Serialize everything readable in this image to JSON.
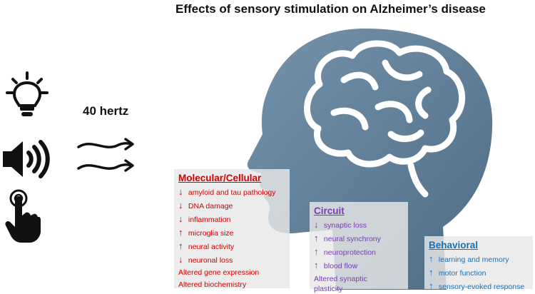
{
  "title": "Effects of sensory stimulation on Alzheimer’s disease",
  "frequency_label": "40 hertz",
  "icons": [
    "light-bulb-icon",
    "speaker-icon",
    "touch-hand-icon",
    "wavy-arrows-icon",
    "head-silhouette-icon",
    "brain-icon"
  ],
  "colors": {
    "head": "#627f99",
    "molecular": "#d40000",
    "circuit": "#7a3bb5",
    "behavioral": "#1a6fb8",
    "panel": "#e8e8e8"
  },
  "molecular": {
    "heading": "Molecular/Cellular",
    "items": [
      {
        "arrow": "↓",
        "text": "amyloid and tau pathology"
      },
      {
        "arrow": "↓",
        "text": "DNA damage"
      },
      {
        "arrow": "↓",
        "text": "inflammation"
      },
      {
        "arrow": "↑",
        "text": "microglia size"
      },
      {
        "arrow": "↑",
        "text": "neural activity"
      },
      {
        "arrow": "↓",
        "text": "neuronal loss"
      }
    ],
    "extra1": "Altered gene expression",
    "extra2": "Altered biochemistry"
  },
  "circuit": {
    "heading": "Circuit",
    "items": [
      {
        "arrow": "↓",
        "text": "synaptic loss"
      },
      {
        "arrow": "↑",
        "text": "neural synchrony"
      },
      {
        "arrow": "↑",
        "text": "neuroprotection"
      },
      {
        "arrow": "↑",
        "text": "blood flow"
      }
    ],
    "extra1": "Altered synaptic",
    "extra2": "plasticity"
  },
  "behavioral": {
    "heading": "Behavioral",
    "items": [
      {
        "arrow": "↑",
        "text": "learning and memory"
      },
      {
        "arrow": "↑",
        "text": "motor function"
      },
      {
        "arrow": "↑",
        "text": "sensory-evoked response"
      }
    ]
  }
}
